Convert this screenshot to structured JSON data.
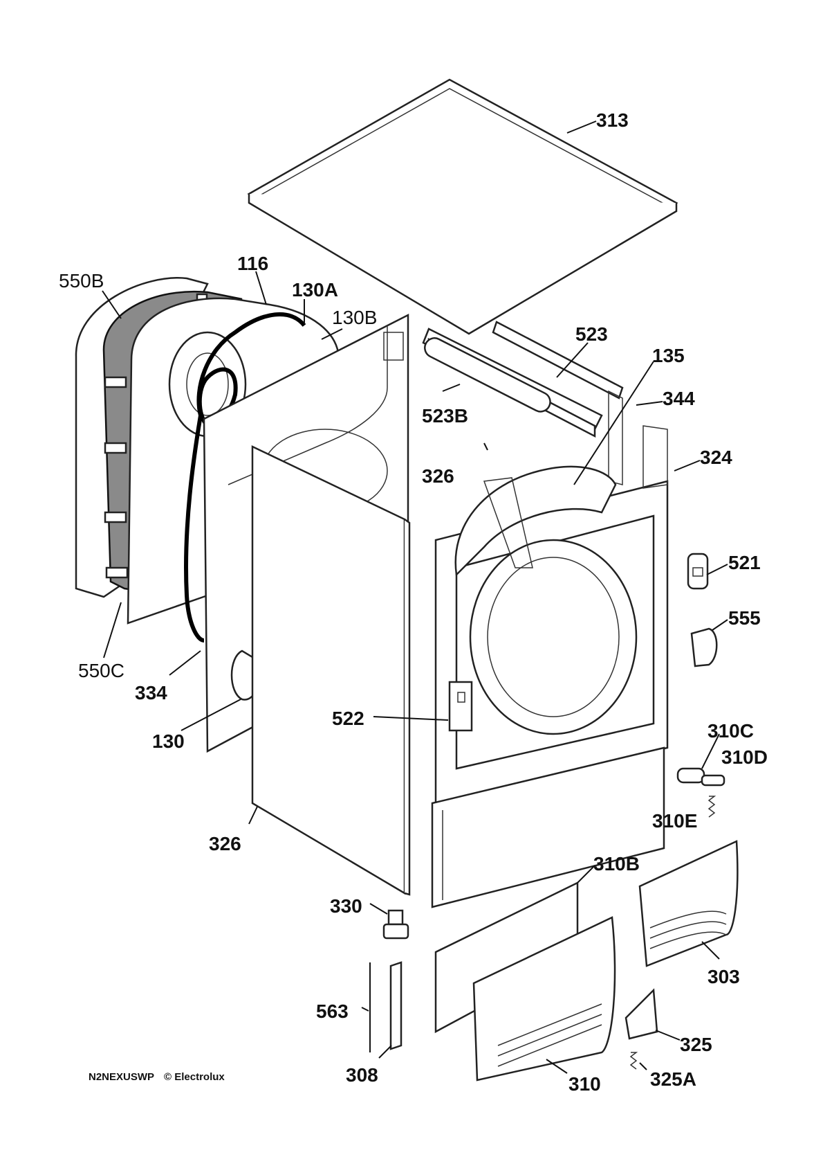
{
  "labels": {
    "p313": "313",
    "p116": "116",
    "p550B": "550B",
    "p130A": "130A",
    "p130B": "130B",
    "p523": "523",
    "p135": "135",
    "p344": "344",
    "p523B": "523B",
    "p326_top": "326",
    "p324": "324",
    "p521": "521",
    "p555": "555",
    "p550C": "550C",
    "p334": "334",
    "p522": "522",
    "p130": "130",
    "p310C": "310C",
    "p310D": "310D",
    "p310E": "310E",
    "p326_bottom": "326",
    "p310B": "310B",
    "p330": "330",
    "p303": "303",
    "p563": "563",
    "p325": "325",
    "p308": "308",
    "p310": "310",
    "p325A": "325A"
  },
  "footer": {
    "model": "N2NEXUSWP",
    "brand": "© Electrolux"
  }
}
